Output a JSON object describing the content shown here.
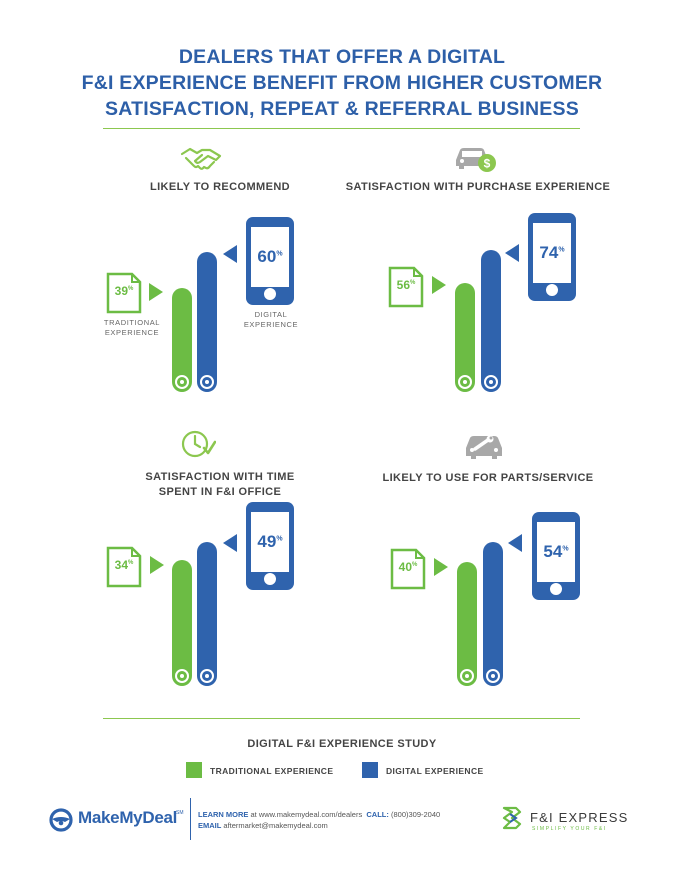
{
  "title": {
    "line1": "DEALERS THAT OFFER A DIGITAL",
    "line2": "F&I EXPERIENCE BENEFIT FROM HIGHER CUSTOMER",
    "line3": "SATISFACTION, REPEAT & REFERRAL BUSINESS"
  },
  "panels": [
    {
      "label_lines": [
        "LIKELY TO RECOMMEND"
      ],
      "icon": "handshake-icon",
      "traditional": "39",
      "digital": "60",
      "traditional_note_lines": [
        "TRADITIONAL",
        "EXPERIENCE"
      ],
      "digital_note_lines": [
        "DIGITAL",
        "EXPERIENCE"
      ]
    },
    {
      "label_lines": [
        "SATISFACTION WITH PURCHASE EXPERIENCE"
      ],
      "icon": "car-dollar-icon",
      "traditional": "56",
      "digital": "74"
    },
    {
      "label_lines": [
        "SATISFACTION WITH TIME",
        "SPENT IN F&I OFFICE"
      ],
      "icon": "clock-check-icon",
      "traditional": "34",
      "digital": "49"
    },
    {
      "label_lines": [
        "LIKELY TO USE FOR PARTS/SERVICE"
      ],
      "icon": "car-wrench-icon",
      "traditional": "40",
      "digital": "54"
    }
  ],
  "percent_sign": "%",
  "legend": {
    "title": "DIGITAL F&I EXPERIENCE STUDY",
    "traditional_label": "TRADITIONAL EXPERIENCE",
    "digital_label": "DIGITAL EXPERIENCE",
    "traditional_color": "#6cbc44",
    "digital_color": "#2f63ad"
  },
  "footer": {
    "brand": "MakeMyDeal",
    "brand_mark": "SM",
    "learn_more_label": "LEARN MORE",
    "learn_more_text": " at www.makemydeal.com/dealers",
    "call_label": "CALL:",
    "call_text": " (800)309-2040",
    "email_label": "EMAIL",
    "email_text": " aftermarket@makemydeal.com",
    "partner_name": "F&I EXPRESS",
    "partner_tagline": "SIMPLIFY YOUR F&I"
  }
}
